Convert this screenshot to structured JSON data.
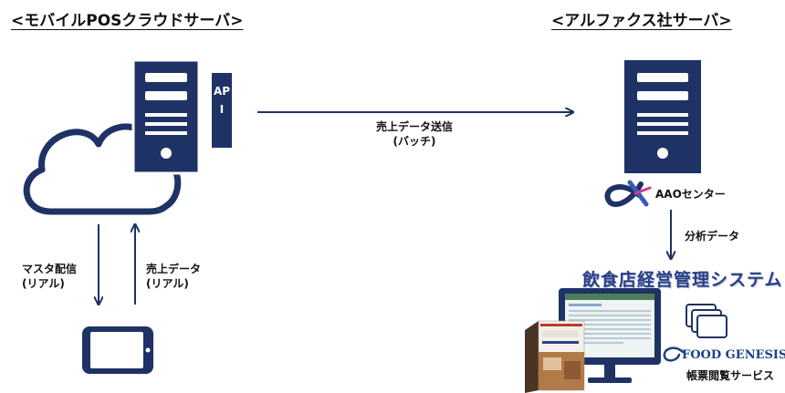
{
  "left_server": {
    "title": "<モバイルPOSクラウドサーバ>",
    "api_label": "API"
  },
  "right_server": {
    "title": "<アルファクス社サーバ>",
    "center_label": "AAOセンター"
  },
  "transfer": {
    "line1": "売上データ送信",
    "line2": "(バッチ)"
  },
  "down_arrow": {
    "line1": "マスタ配信",
    "line2": "(リアル)"
  },
  "up_arrow": {
    "line1": "売上データ",
    "line2": "(リアル)"
  },
  "analysis_label": "分析データ",
  "system_banner": "飲食店経営管理システム",
  "food_genesis": {
    "name": "FOOD GENESIS",
    "service": "帳票閲覧サービス"
  },
  "colors": {
    "navy": "#1f3266",
    "accent": "#2a3f86"
  }
}
